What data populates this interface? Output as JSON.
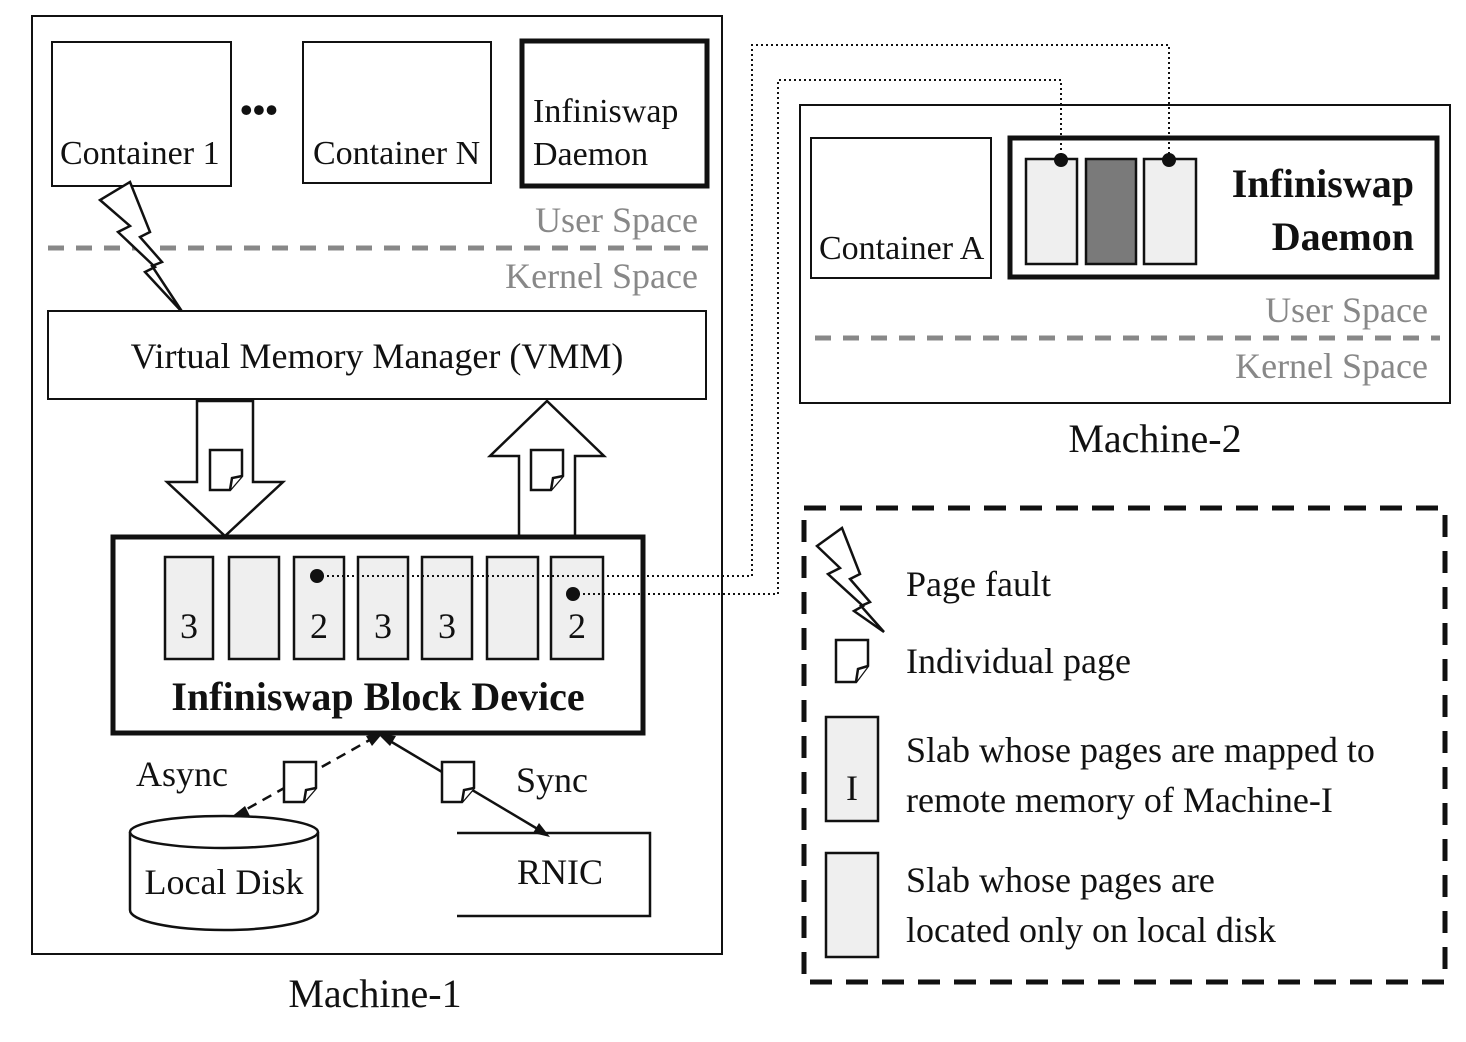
{
  "machine1": {
    "label": "Machine-1",
    "containers": [
      "Container 1",
      "Container N"
    ],
    "ellipsis": "•••",
    "daemon": [
      "Infiniswap",
      "Daemon"
    ],
    "user_space": "User Space",
    "kernel_space": "Kernel Space",
    "vmm": "Virtual Memory Manager (VMM)",
    "block_device": "Infiniswap Block Device",
    "slabs": [
      {
        "label": "3",
        "remote": true
      },
      {
        "label": "",
        "remote": false
      },
      {
        "label": "2",
        "remote": true
      },
      {
        "label": "3",
        "remote": true
      },
      {
        "label": "3",
        "remote": true
      },
      {
        "label": "",
        "remote": false
      },
      {
        "label": "2",
        "remote": true
      }
    ],
    "async": "Async",
    "sync": "Sync",
    "local_disk": "Local Disk",
    "rnic": "RNIC"
  },
  "machine2": {
    "label": "Machine-2",
    "container": "Container A",
    "daemon": [
      "Infiniswap",
      "Daemon"
    ],
    "user_space": "User Space",
    "kernel_space": "Kernel Space"
  },
  "legend": {
    "page_fault": "Page fault",
    "individual_page": "Individual page",
    "remote_slab": [
      "Slab whose pages are mapped to",
      "remote memory of Machine-I"
    ],
    "remote_slab_marker": "I",
    "local_slab": [
      "Slab whose pages are",
      "located only on local disk"
    ]
  }
}
